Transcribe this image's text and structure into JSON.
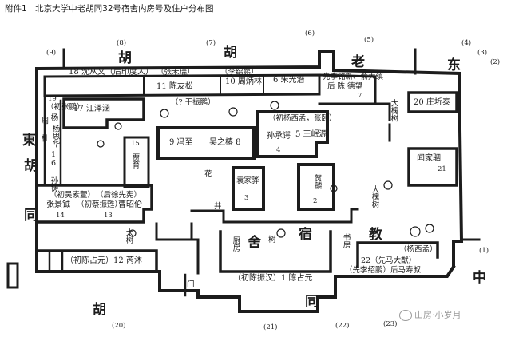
{
  "caption": "附件1　北京大学中老胡同32号宿舍内房号及住户分布图",
  "streets": {
    "north_1": "胡",
    "north_2": "老",
    "north_3": "东",
    "west_1": "東",
    "west_2": "胡",
    "west_3": "同",
    "west_4": "胡",
    "south_1": "胡",
    "south_2": "同",
    "east_1": "中",
    "compound_1": "舍",
    "compound_2": "宿",
    "compound_3": "教"
  },
  "border_nums": {
    "n1": "(8)",
    "n2": "(7)",
    "n3": "(6)",
    "n4": "(5)",
    "n5": "(4)",
    "n6": "(3)",
    "n7": "(2)",
    "n8": "(1)",
    "w1": "(9)",
    "s1": "(20)",
    "s2": "(21)",
    "s3": "(22)",
    "s4": "(23)"
  },
  "rooms": {
    "r18": "18 沈从文（后印度人）",
    "r_zhang": "（张禾瑞）",
    "r_li_shaopeng": "（李绍鹏）",
    "r11": "11 陈友松",
    "r10": "10 周炳林",
    "r6": "6 朱光潜",
    "r7_a": "先李铭新、俞大缜",
    "r7_b": "后 陈 德望",
    "r7_num": "7",
    "r_yu": "（? 于振鹏）",
    "r19": "19",
    "r19_a": "（初张鹏）",
    "r19_b": "杨",
    "r19_c": "周",
    "r19_d": "杨思华",
    "r19_e": "杜",
    "r17": "17 江泽涵",
    "r16": "16 孙铸",
    "r15_num": "15",
    "r15_name": "贾育",
    "r9": "9 冯至",
    "r8": "吴之椿 8",
    "r4": "孙承谔",
    "r4_num": "4",
    "r4_note": "（初杨西孟，张颐）",
    "r5": "5 王岷源",
    "r_upper_tree": "大槐树",
    "r20": "20 庄圻泰",
    "r21": "闻家驷",
    "r21_num": "21",
    "r14_a": "（初吴素萱）",
    "r14_b": "（后徐先宪）",
    "r14_c": "张景钺",
    "r13_a": "（初蔡振甦）",
    "r13_b": "曹昭伦",
    "r14_num": "14",
    "r13_num": "13",
    "r3_name": "袁家骅",
    "r3_num": "3",
    "r2_name": "贺麟",
    "r2_num": "2",
    "r_big_tree": "大槐树",
    "r12": "（初陈占元）12 芮沐",
    "r_chen": "（初陈振汉）1 陈占元",
    "r22_a": "22（先马大猷）",
    "r22_b": "（先李绍鹏）后马寿叔",
    "r22_c": "（杨西孟）",
    "r_well": "井",
    "r_dasu": "大树",
    "r_plants": "花",
    "r_kitchen": "厨房",
    "r_gate": "门",
    "r_shu": "树",
    "r_shuhua": "书房"
  },
  "watermark": "山房·小岁月",
  "colors": {
    "ink": "#1c1c1c",
    "paper": "#ffffff",
    "stamp": "#9a9a9a"
  }
}
